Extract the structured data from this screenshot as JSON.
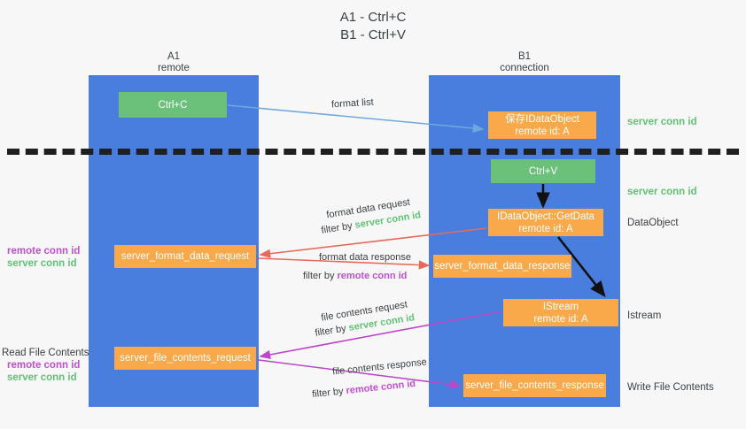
{
  "title": {
    "line1": "A1 - Ctrl+C",
    "line2": "B1 - Ctrl+V"
  },
  "lanes": [
    {
      "id": "A1",
      "name": "A1",
      "sub": "remote",
      "color": "#4a7ede"
    },
    {
      "id": "B1",
      "name": "B1",
      "sub": "connection",
      "color": "#4a7ede"
    }
  ],
  "colors": {
    "lane": "#4a7ede",
    "green_box": "#6bc07a",
    "orange_box": "#f9a94a",
    "server_conn": "#63c176",
    "remote_conn": "#c24fd1",
    "arrow_blue": "#6fa8dc",
    "arrow_red": "#e8685a",
    "arrow_purple": "#bb47c9",
    "arrow_black": "#000000",
    "background": "#f7f7f7",
    "text": "#3c4043"
  },
  "nodes": [
    {
      "key": "ctrl_c",
      "label": "Ctrl+C",
      "sub": "",
      "style": "green"
    },
    {
      "key": "idataobject",
      "label": "保存IDataObject",
      "sub": "remote id: A",
      "style": "orange"
    },
    {
      "key": "ctrl_v",
      "label": "Ctrl+V",
      "sub": "",
      "style": "green"
    },
    {
      "key": "getdata",
      "label": "IDataObject::GetData",
      "sub": "remote id: A",
      "style": "orange"
    },
    {
      "key": "fmt_req",
      "label": "server_format_data_request",
      "sub": "",
      "style": "orange"
    },
    {
      "key": "fmt_resp",
      "label": "server_format_data_response",
      "sub": "",
      "style": "orange"
    },
    {
      "key": "istream",
      "label": "IStream",
      "sub": "remote id: A",
      "style": "orange"
    },
    {
      "key": "file_req",
      "label": "server_file_contents_request",
      "sub": "",
      "style": "orange"
    },
    {
      "key": "file_resp",
      "label": "server_file_contents_response",
      "sub": "",
      "style": "orange"
    }
  ],
  "edge_labels": {
    "format_list": "format list",
    "format_data_request": "format data request",
    "format_data_response": "format data response",
    "file_contents_request": "file contents request",
    "file_contents_response": "file contents response",
    "filter_by": "filter by",
    "server_conn_id": "server conn id",
    "remote_conn_id": "remote conn id"
  },
  "annotations": {
    "server_conn_id": "server conn id",
    "remote_conn_id": "remote conn id",
    "dataobject": "DataObject",
    "istream": "Istream",
    "write_file_contents": "Write File Contents",
    "read_file_contents": "Read File Contents"
  }
}
